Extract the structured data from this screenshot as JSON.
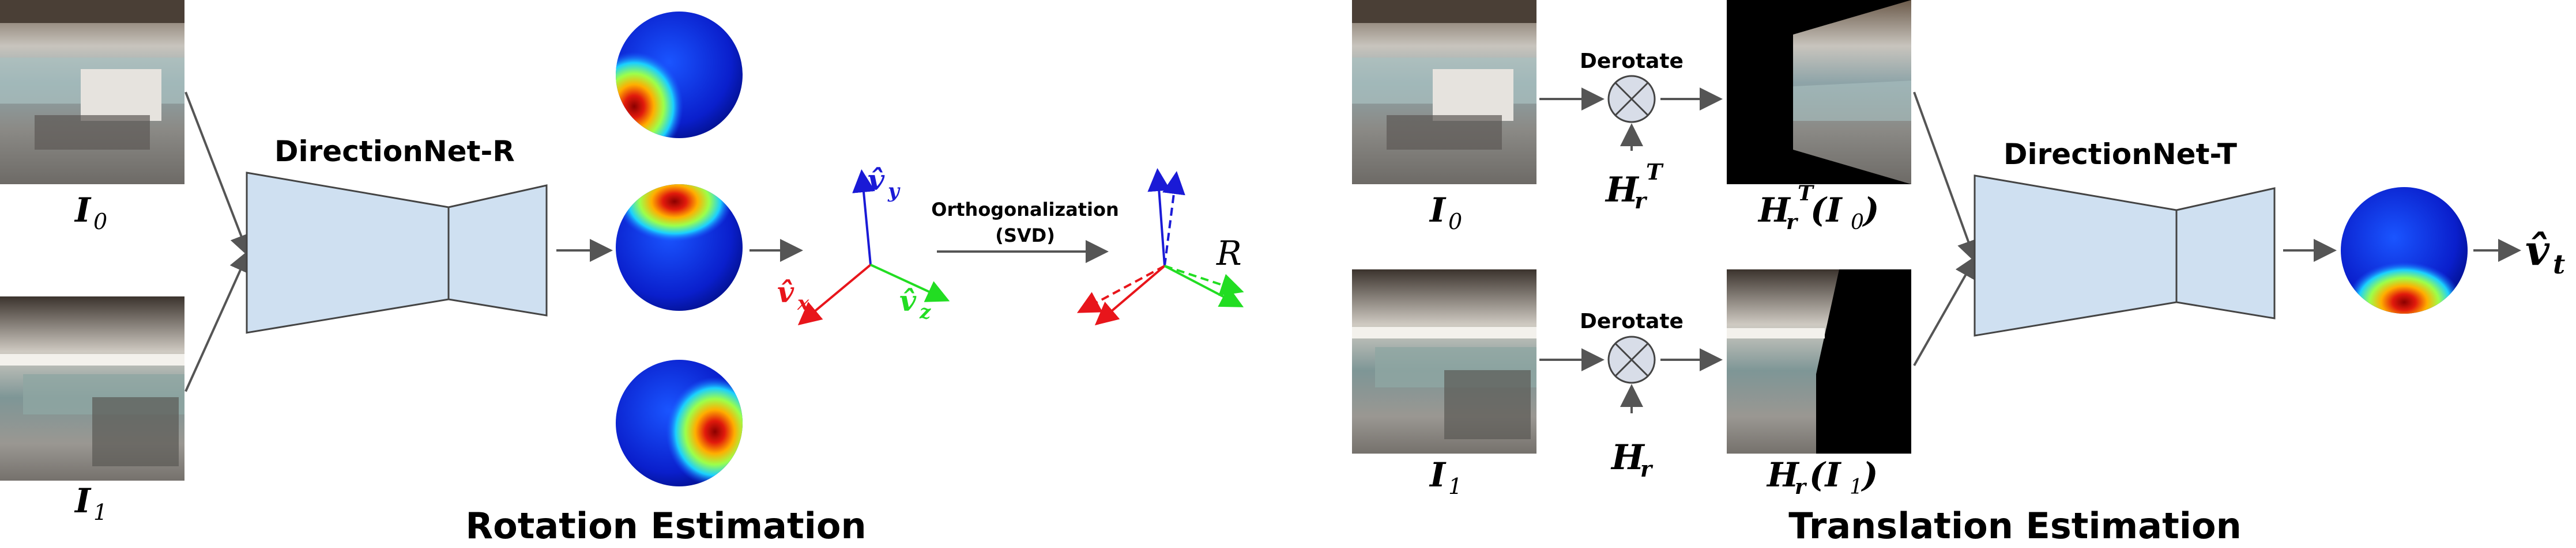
{
  "rotation": {
    "input_labels": [
      "I",
      "I"
    ],
    "input_subs": [
      "0",
      "1"
    ],
    "network_label": "DirectionNet-R",
    "axis_labels": {
      "x": "x",
      "y": "y",
      "z": "z",
      "hat": "v̂"
    },
    "orth_label_1": "Orthogonalization",
    "orth_label_2": "(SVD)",
    "output_label": "R",
    "section_title": "Rotation Estimation"
  },
  "translation": {
    "input_labels": [
      "I",
      "I"
    ],
    "input_subs": [
      "0",
      "1"
    ],
    "derotate_labels": [
      "Derotate",
      "Derotate"
    ],
    "operator_symbol": "⊗",
    "h_label": "H",
    "h_sub": "r",
    "h_sup_top": "T",
    "warped_labels": [
      "(I",
      "(I"
    ],
    "network_label": "DirectionNet-T",
    "output_label": "v̂",
    "output_sub": "t",
    "section_title": "Translation Estimation"
  },
  "colors": {
    "net_fill": "#cfe0f1",
    "net_stroke": "#444444",
    "arrow": "#555555",
    "axis_x": "#e8151b",
    "axis_y": "#1a1ad6",
    "axis_z": "#22dd22"
  }
}
